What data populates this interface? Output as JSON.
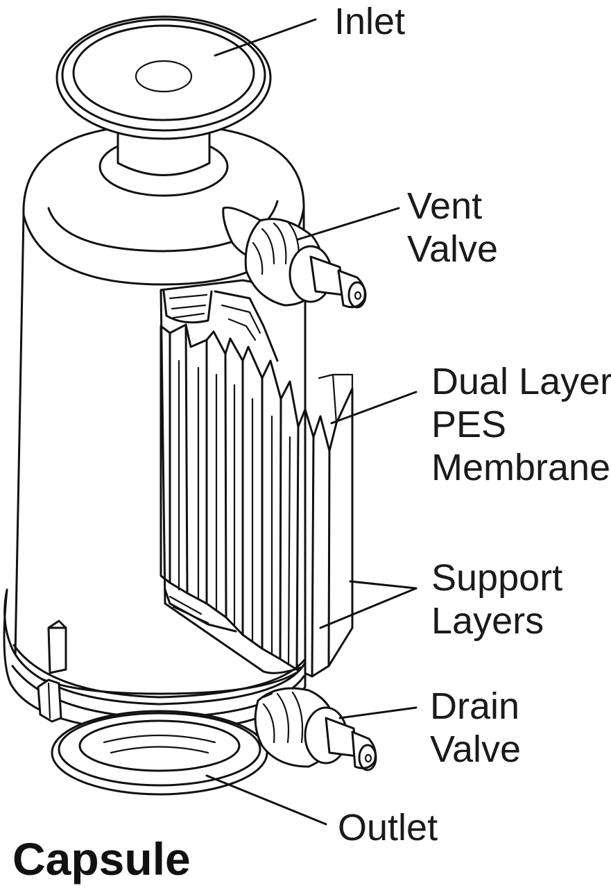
{
  "figure": {
    "title": "Capsule"
  },
  "labels": {
    "inlet": "Inlet",
    "vent_valve_line1": "Vent",
    "vent_valve_line2": "Valve",
    "membrane_line1": "Dual Layer",
    "membrane_line2": "PES",
    "membrane_line3": "Membrane",
    "support_line1": "Support",
    "support_line2": "Layers",
    "drain_valve_line1": "Drain",
    "drain_valve_line2": "Valve",
    "outlet": "Outlet"
  },
  "colors": {
    "ink": "#111111",
    "background": "#ffffff"
  }
}
